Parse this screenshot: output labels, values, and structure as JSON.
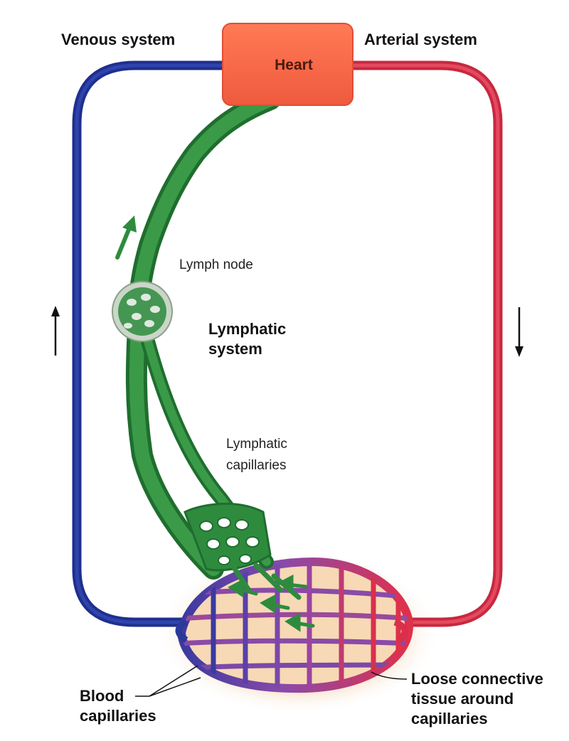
{
  "labels": {
    "venous": "Venous system",
    "arterial": "Arterial system",
    "heart": "Heart",
    "lymph_node": "Lymph node",
    "lymphatic_system_1": "Lymphatic",
    "lymphatic_system_2": "system",
    "lymphatic_capillaries_1": "Lymphatic",
    "lymphatic_capillaries_2": "capillaries",
    "blood_capillaries_1": "Blood",
    "blood_capillaries_2": "capillaries",
    "loose_tissue_1": "Loose connective",
    "loose_tissue_2": "tissue around",
    "loose_tissue_3": "capillaries"
  },
  "colors": {
    "venous": "#2b3a9a",
    "arterial": "#d8304a",
    "heart": "#f5674a",
    "lymph": "#2e8b3e",
    "lymph_light": "#c8dcc8",
    "tissue": "#f6ddc0",
    "capillary_purple": "#7a4aa8"
  }
}
